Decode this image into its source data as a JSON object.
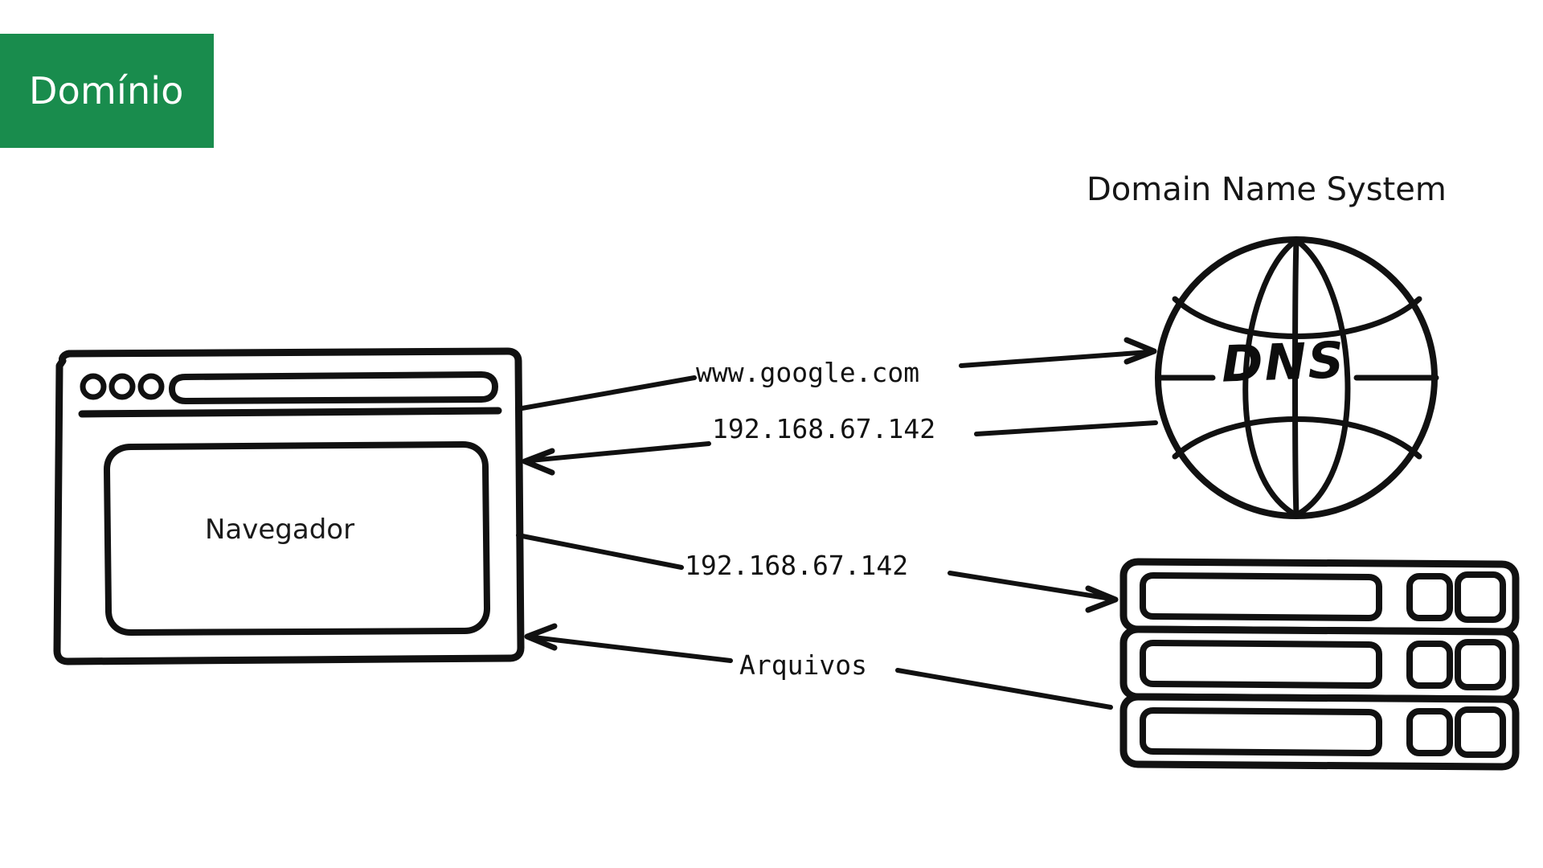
{
  "banner": {
    "label": "Domínio",
    "background_color": "#198c4d",
    "text_color": "#ffffff"
  },
  "diagram": {
    "type": "flow-diagram",
    "stroke_color": "#111111",
    "background_color": "#ffffff",
    "nodes": [
      {
        "id": "browser",
        "name": "browser-window",
        "label": "Navegador",
        "shape": "browser-window"
      },
      {
        "id": "dns",
        "name": "dns-globe",
        "label": "DNS",
        "heading": "Domain Name System",
        "shape": "globe"
      },
      {
        "id": "server",
        "name": "server-stack",
        "label": "",
        "shape": "rack-servers",
        "units": 3
      }
    ],
    "edges": [
      {
        "id": "e1",
        "from": "browser",
        "to": "dns",
        "label": "www.google.com",
        "arrow": "to-dns"
      },
      {
        "id": "e2",
        "from": "dns",
        "to": "browser",
        "label": "192.168.67.142",
        "arrow": "to-browser"
      },
      {
        "id": "e3",
        "from": "browser",
        "to": "server",
        "label": "192.168.67.142",
        "arrow": "to-server"
      },
      {
        "id": "e4",
        "from": "server",
        "to": "browser",
        "label": "Arquivos",
        "arrow": "to-browser"
      }
    ]
  },
  "labels": {
    "dns_heading": "Domain Name System",
    "dns_glyph": "DNS",
    "browser_caption": "Navegador",
    "edge_www": "www.google.com",
    "edge_ip_down": "192.168.67.142",
    "edge_ip_server": "192.168.67.142",
    "edge_arquivos": "Arquivos"
  }
}
